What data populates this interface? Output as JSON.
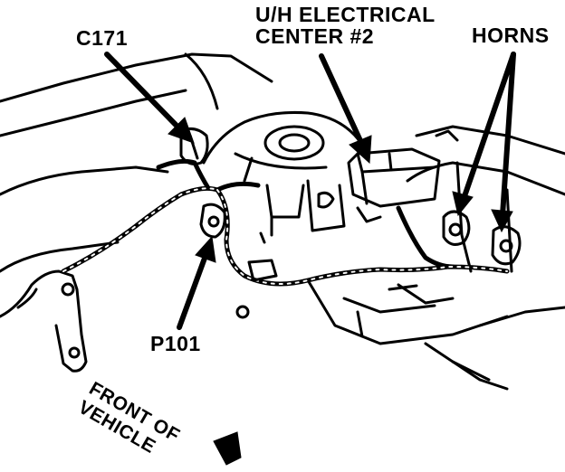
{
  "labels": {
    "c171": "C171",
    "uh_line1": "U/H ELECTRICAL",
    "uh_line2": "CENTER #2",
    "horns": "HORNS",
    "p101": "P101",
    "front_line1": "FRONT OF",
    "front_line2": "VEHICLE"
  },
  "colors": {
    "ink": "#000000",
    "paper": "#ffffff"
  }
}
